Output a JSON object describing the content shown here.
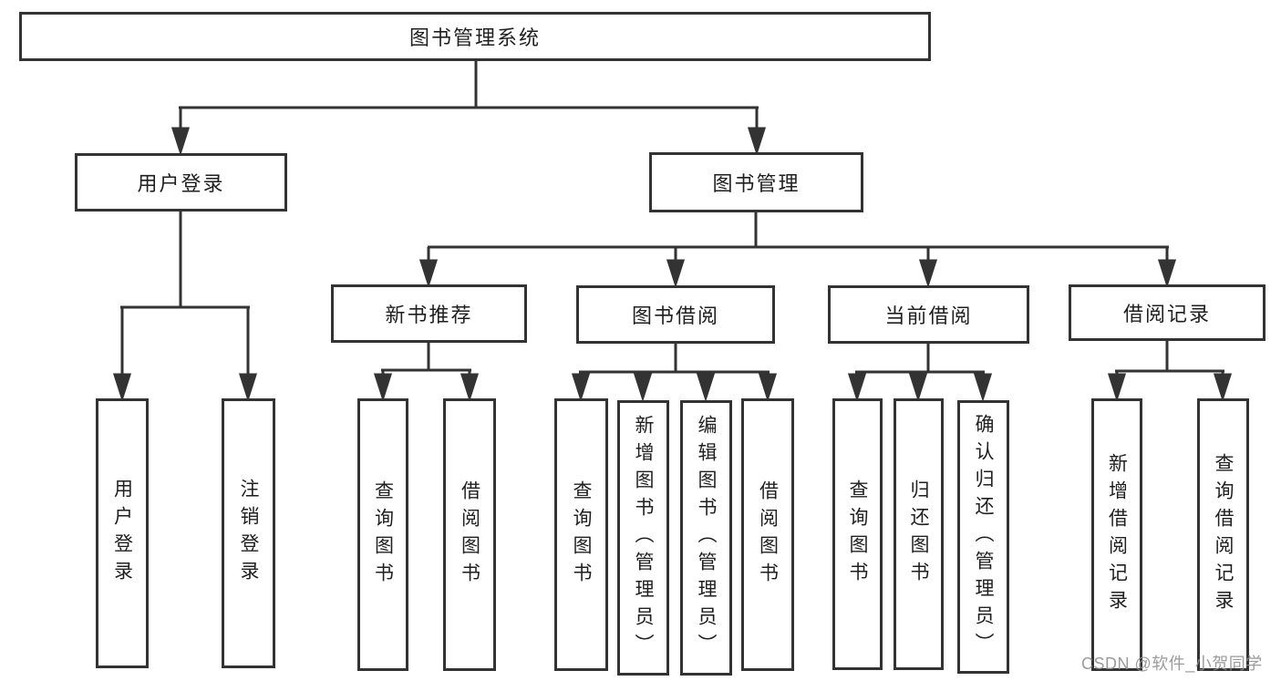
{
  "tree": {
    "root": "图书管理系统",
    "branches": [
      {
        "label": "用户登录",
        "children": [
          "用户登录",
          "注销登录"
        ]
      },
      {
        "label": "图书管理",
        "children": [
          {
            "label": "新书推荐",
            "children": [
              "查询图书",
              "借阅图书"
            ]
          },
          {
            "label": "图书借阅",
            "children": [
              "查询图书",
              "新增图书（管理员）",
              "编辑图书（管理员）",
              "借阅图书"
            ]
          },
          {
            "label": "当前借阅",
            "children": [
              "查询图书",
              "归还图书",
              "确认归还（管理员）"
            ]
          },
          {
            "label": "借阅记录",
            "children": [
              "新增借阅记录",
              "查询借阅记录"
            ]
          }
        ]
      }
    ]
  },
  "watermark": "CSDN @软件_小贺同学",
  "colors": {
    "line": "#333333",
    "box_border": "#333333",
    "box_fill": "#ffffff",
    "text": "#1f1f1f",
    "watermark": "#8e8e8e",
    "background": "#ffffff"
  }
}
